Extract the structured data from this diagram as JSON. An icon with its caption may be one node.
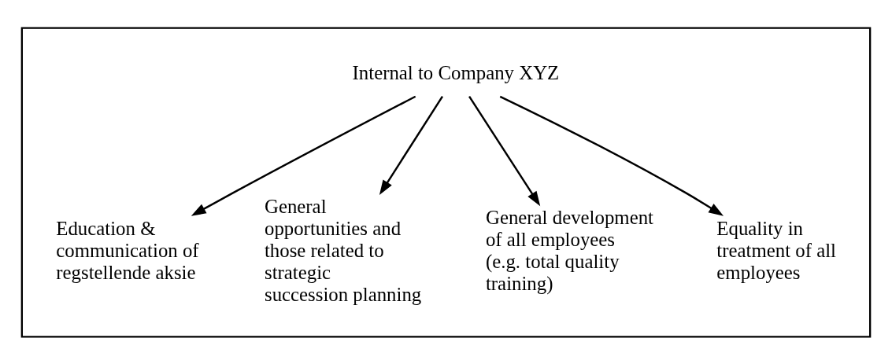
{
  "diagram": {
    "nodes": [
      {
        "text": [],
        "shape": "box"
      },
      {
        "text": [
          "Internal to Company XYZ"
        ],
        "in": 0
      },
      {
        "text": [
          "Education & communication of regstellende aksie"
        ],
        "in": 0
      },
      {
        "text": [
          "General opportunities and those related to strategic succession planning"
        ],
        "in": 0
      },
      {
        "text": [
          "General development of all employees (e.g. total quality training)"
        ],
        "in": 0
      },
      {
        "text": [
          "Equality in treatment of all employees"
        ],
        "in": 0
      }
    ],
    "edges": [
      {
        "from": 1,
        "to": 2,
        "arrow": "to"
      },
      {
        "from": 1,
        "to": 3,
        "arrow": "to"
      },
      {
        "from": 1,
        "to": 4,
        "arrow": "to"
      },
      {
        "from": 1,
        "to": 5,
        "arrow": "to"
      }
    ]
  }
}
